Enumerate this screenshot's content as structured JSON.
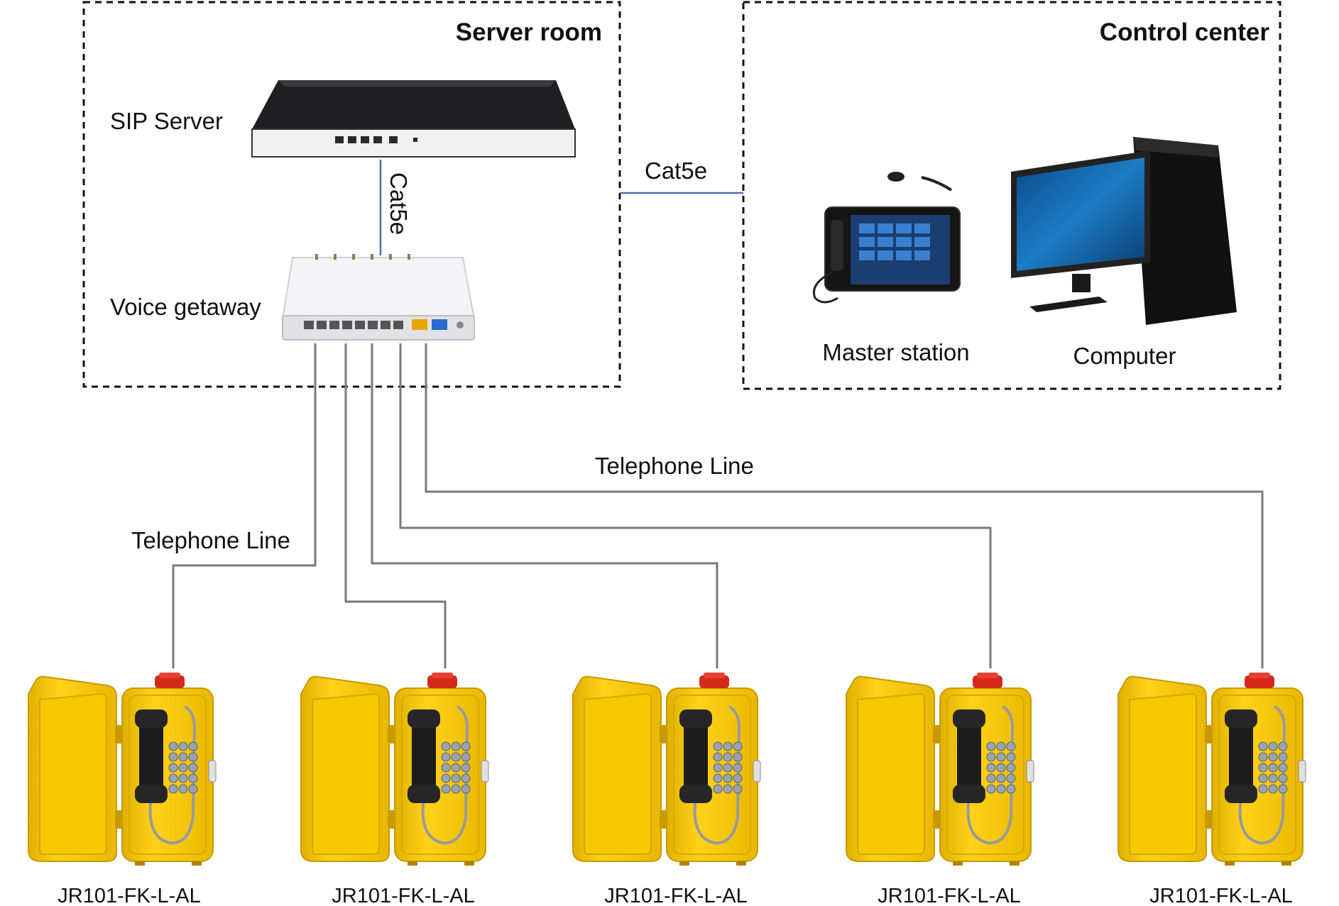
{
  "zones": {
    "server_room": "Server room",
    "control_center": "Control center"
  },
  "devices": {
    "sip_server": "SIP Server",
    "voice_gateway": "Voice getaway",
    "master_station": "Master station",
    "computer": "Computer"
  },
  "links": {
    "sip_to_gateway": "Cat5e",
    "server_to_control": "Cat5e",
    "telephone_line_left": "Telephone Line",
    "telephone_line_right": "Telephone Line"
  },
  "phones": [
    {
      "model": "JR101-FK-L-AL"
    },
    {
      "model": "JR101-FK-L-AL"
    },
    {
      "model": "JR101-FK-L-AL"
    },
    {
      "model": "JR101-FK-L-AL"
    },
    {
      "model": "JR101-FK-L-AL"
    }
  ],
  "colors": {
    "phone_body": "#f2c300",
    "phone_dark": "#c99a00",
    "beacon": "#d42a1c",
    "network_cable": "#4d6fa8",
    "telephone_cable": "#7a7a7a"
  }
}
